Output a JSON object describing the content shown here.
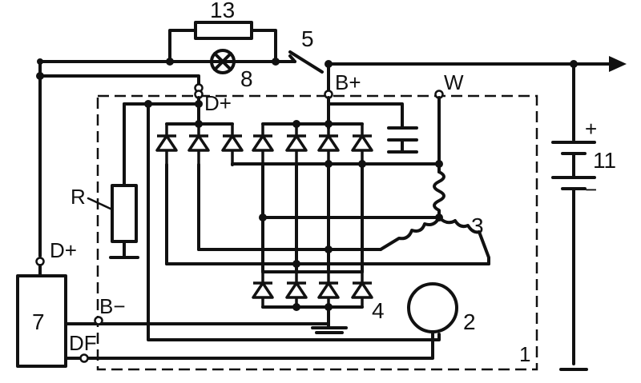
{
  "labels": {
    "resistor_top": "13",
    "lamp": "8",
    "switch": "5",
    "battery": "11",
    "stator": "3",
    "rectifier": "4",
    "rotor": "2",
    "alternator": "1",
    "regulator": "7",
    "resistor_r": "R",
    "term_bplus": "B+",
    "term_w": "W",
    "term_dplus_inner": "D+",
    "term_dplus_reg": "D+",
    "term_bminus": "B−",
    "term_df": "DF",
    "battery_plus": "+",
    "battery_minus": "−"
  }
}
